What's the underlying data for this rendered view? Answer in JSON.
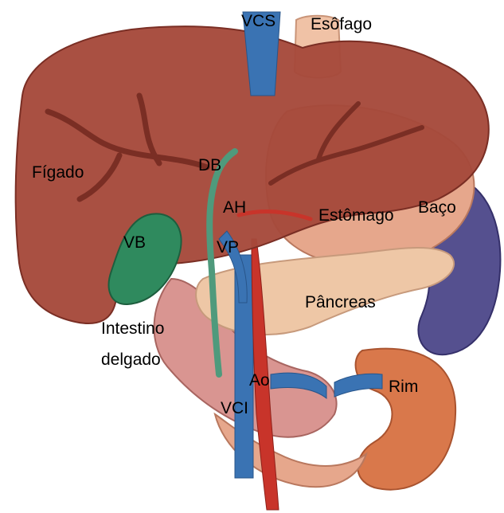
{
  "labels": {
    "vcs": "VCS",
    "esofago": "Esôfago",
    "figado": "Fígado",
    "db": "DB",
    "ah": "AH",
    "estomago": "Estômago",
    "baco": "Baço",
    "vb": "VB",
    "vp": "VP",
    "pancreas": "Pâncreas",
    "intestino_line1": "Intestino",
    "intestino_line2": "delgado",
    "ao": "Ao",
    "rim": "Rim",
    "vci": "VCI"
  },
  "colors": {
    "liver": "#a5493a",
    "liver_dark": "#7a2e24",
    "stomach": "#e6a78c",
    "pancreas": "#eec7a6",
    "spleen": "#55508f",
    "gallbladder": "#2f8a5e",
    "bile_duct": "#4f9a7c",
    "vein": "#3a73b3",
    "artery": "#c8342a",
    "kidney": "#d9784b",
    "intestine": "#d99591",
    "esophagus": "#f0c2a6"
  }
}
